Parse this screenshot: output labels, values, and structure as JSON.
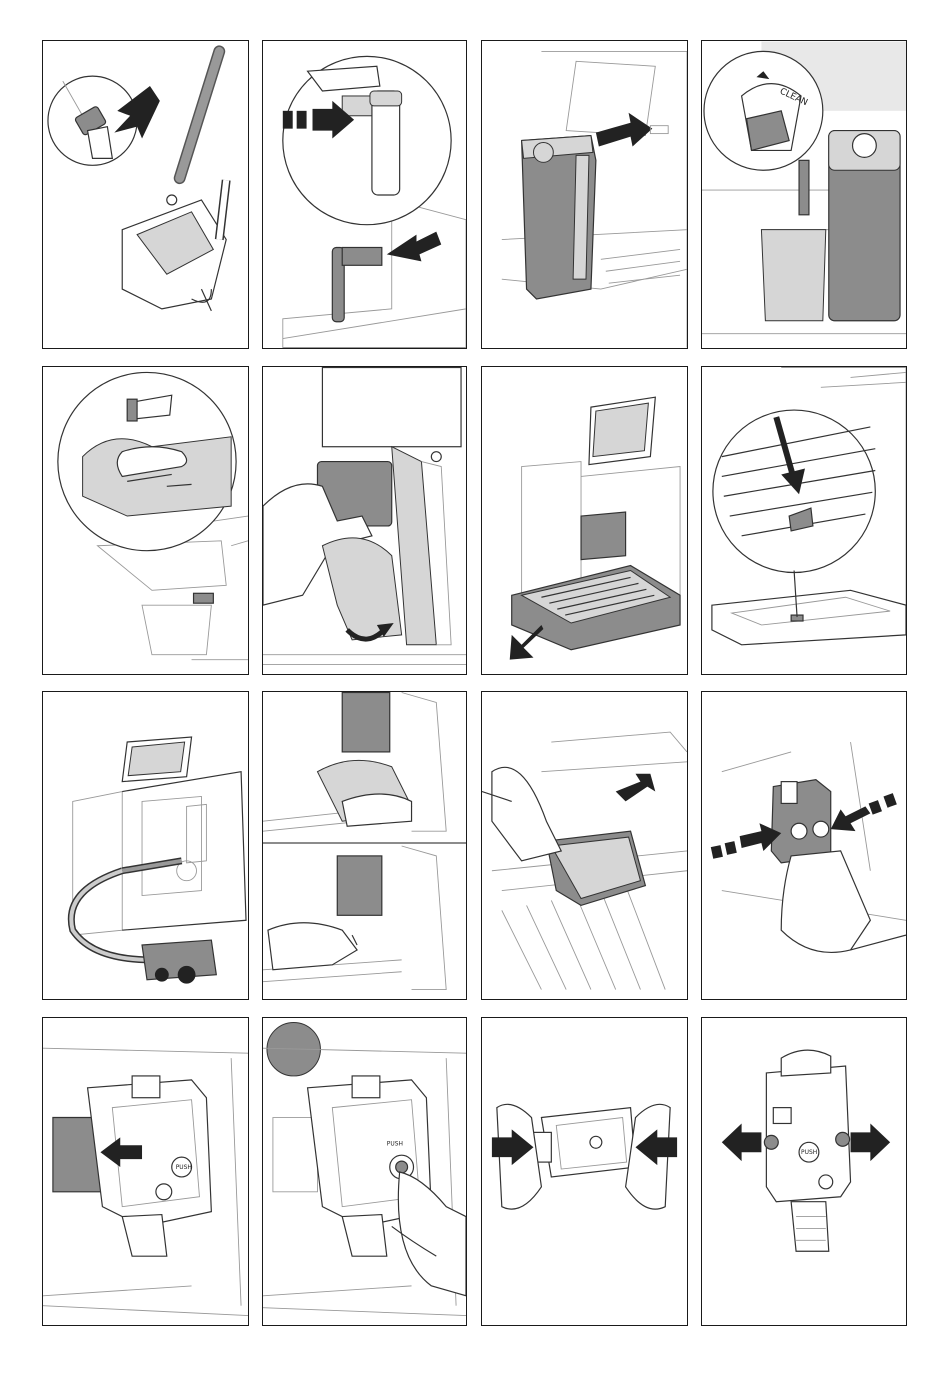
{
  "page": {
    "background": "#ffffff",
    "border_color": "#1a1a1a",
    "accent_gray": "#8c8c8c"
  },
  "labels": {
    "clean": "CLEAN",
    "push_1": "PUSH",
    "push_2": "PUSH",
    "push_3": "PUSH"
  },
  "panels": [
    {
      "id": 1,
      "icon": "milk-nozzle-cleaning-tool-icon"
    },
    {
      "id": 2,
      "icon": "milk-spout-removal-icon"
    },
    {
      "id": 3,
      "icon": "milk-carafe-insert-icon"
    },
    {
      "id": 4,
      "icon": "clean-knob-icon"
    },
    {
      "id": 5,
      "icon": "wipe-steam-connector-icon"
    },
    {
      "id": 6,
      "icon": "wipe-service-door-icon"
    },
    {
      "id": 7,
      "icon": "remove-drip-tray-icon"
    },
    {
      "id": 8,
      "icon": "drip-tray-float-icon"
    },
    {
      "id": 9,
      "icon": "vacuum-interior-icon"
    },
    {
      "id": 10,
      "icon": "clean-coffee-spout-icon"
    },
    {
      "id": 11,
      "icon": "remove-grounds-container-icon"
    },
    {
      "id": 12,
      "icon": "brew-unit-press-buttons-icon"
    },
    {
      "id": 13,
      "icon": "insert-brew-unit-icon"
    },
    {
      "id": 14,
      "icon": "push-brew-unit-lever-icon"
    },
    {
      "id": 15,
      "icon": "squeeze-brew-unit-icon"
    },
    {
      "id": 16,
      "icon": "brew-unit-release-buttons-icon"
    }
  ]
}
